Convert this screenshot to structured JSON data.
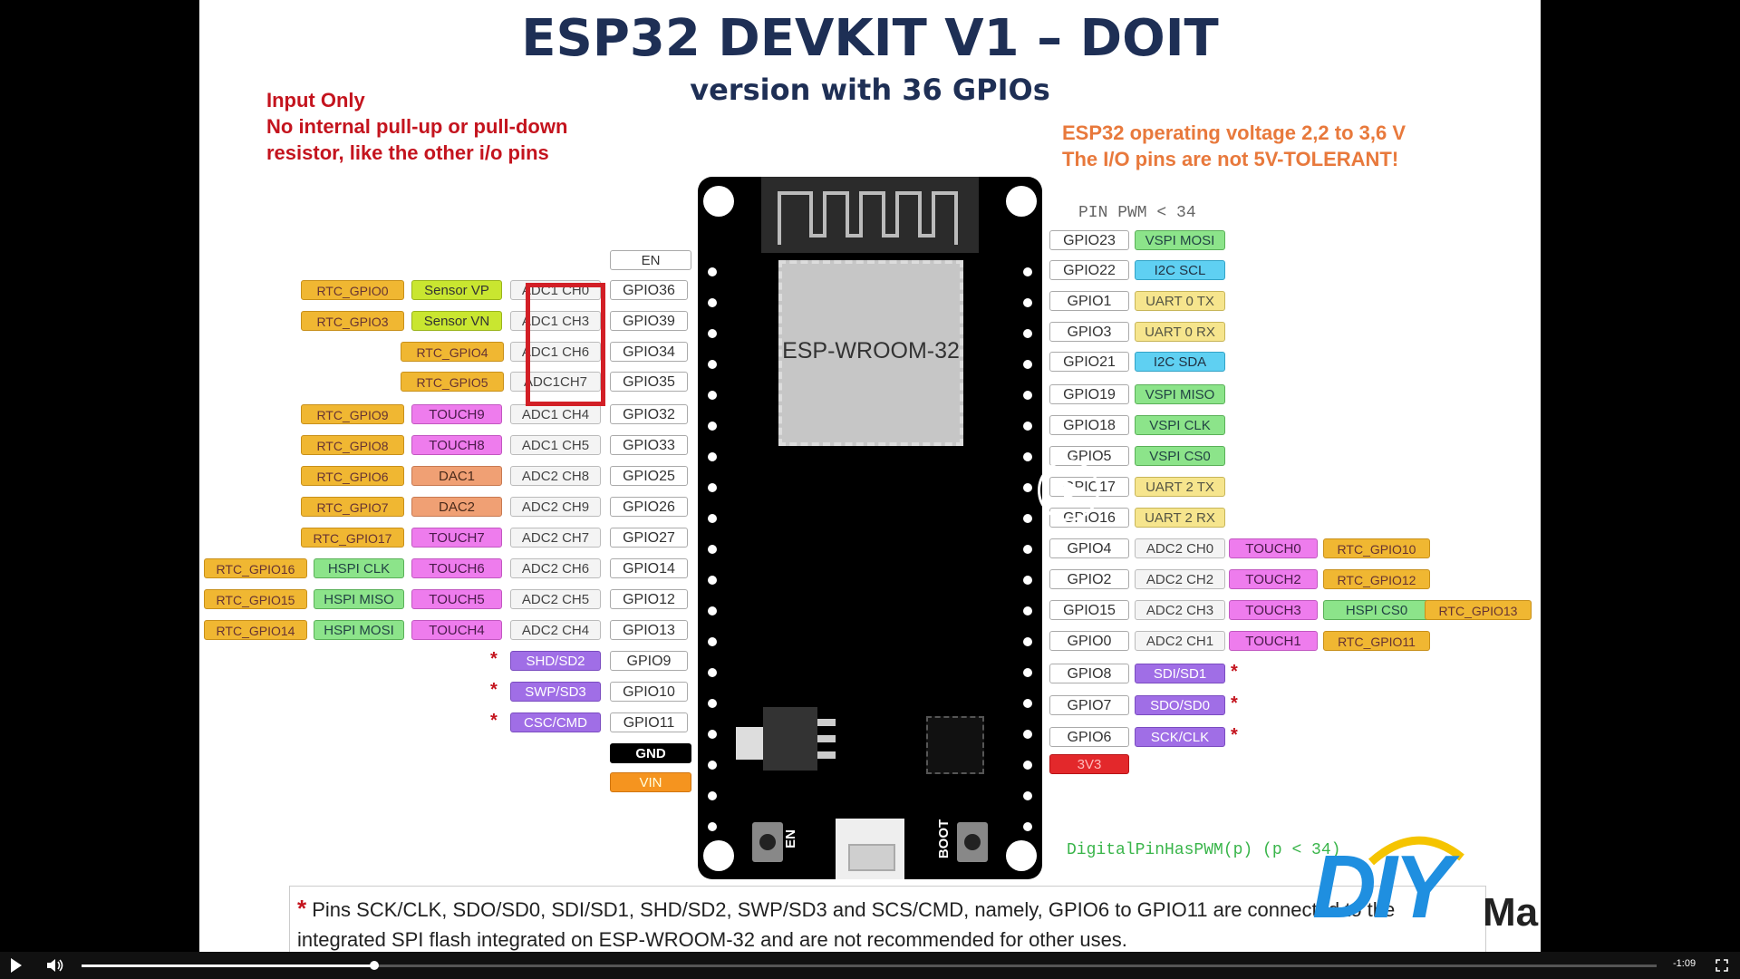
{
  "slide": {
    "title": "ESP32 DEVKIT V1 – DOIT",
    "subtitle": "version with 36 GPIOs",
    "input_note": [
      "Input Only",
      "No internal pull-up or pull-down",
      "resistor, like the other i/o pins"
    ],
    "voltage_note": [
      "ESP32 operating voltage 2,2 to 3,6 V",
      "The I/O pins are not 5V-TOLERANT!"
    ],
    "pwm_note": "PIN PWM < 34",
    "code_note": "DigitalPinHasPWM(p) (p < 34)",
    "module_label": "ESP-WROOM-32",
    "en_button": "EN",
    "boot_button": "BOOT",
    "footnote_star": "*",
    "footnote_line1": "Pins SCK/CLK, SDO/SD0, SDI/SD1, SHD/SD2, SWP/SD3 and SCS/CMD, namely, GPIO6 to GPIO11 are connected to the",
    "footnote_line2": "integrated SPI flash integrated on ESP-WROOM-32 and are not recommended for other uses.",
    "logo_diy": "DIY",
    "logo_mall": "Mall"
  },
  "left_pins": [
    {
      "labels": [
        {
          "t": "EN",
          "c": "en"
        }
      ]
    },
    {
      "labels": [
        {
          "t": "RTC_GPIO0",
          "c": "rtc"
        },
        {
          "t": "Sensor VP",
          "c": "sens"
        },
        {
          "t": "ADC1 CH0",
          "c": "adc"
        },
        {
          "t": "GPIO36",
          "c": "gpio"
        }
      ]
    },
    {
      "labels": [
        {
          "t": "RTC_GPIO3",
          "c": "rtc"
        },
        {
          "t": "Sensor VN",
          "c": "sens"
        },
        {
          "t": "ADC1 CH3",
          "c": "adc"
        },
        {
          "t": "GPIO39",
          "c": "gpio"
        }
      ]
    },
    {
      "labels": [
        {
          "t": "RTC_GPIO4",
          "c": "rtc"
        },
        {
          "t": "ADC1 CH6",
          "c": "adc"
        },
        {
          "t": "GPIO34",
          "c": "gpio"
        }
      ]
    },
    {
      "labels": [
        {
          "t": "RTC_GPIO5",
          "c": "rtc"
        },
        {
          "t": "ADC1CH7",
          "c": "adc"
        },
        {
          "t": "GPIO35",
          "c": "gpio"
        }
      ]
    },
    {
      "labels": [
        {
          "t": "RTC_GPIO9",
          "c": "rtc"
        },
        {
          "t": "TOUCH9",
          "c": "touch"
        },
        {
          "t": "ADC1 CH4",
          "c": "adc"
        },
        {
          "t": "GPIO32",
          "c": "gpio"
        }
      ]
    },
    {
      "labels": [
        {
          "t": "RTC_GPIO8",
          "c": "rtc"
        },
        {
          "t": "TOUCH8",
          "c": "touch"
        },
        {
          "t": "ADC1 CH5",
          "c": "adc"
        },
        {
          "t": "GPIO33",
          "c": "gpio"
        }
      ]
    },
    {
      "labels": [
        {
          "t": "RTC_GPIO6",
          "c": "rtc"
        },
        {
          "t": "DAC1",
          "c": "dac"
        },
        {
          "t": "ADC2 CH8",
          "c": "adc"
        },
        {
          "t": "GPIO25",
          "c": "gpio"
        }
      ]
    },
    {
      "labels": [
        {
          "t": "RTC_GPIO7",
          "c": "rtc"
        },
        {
          "t": "DAC2",
          "c": "dac"
        },
        {
          "t": "ADC2 CH9",
          "c": "adc"
        },
        {
          "t": "GPIO26",
          "c": "gpio"
        }
      ]
    },
    {
      "labels": [
        {
          "t": "RTC_GPIO17",
          "c": "rtc"
        },
        {
          "t": "TOUCH7",
          "c": "touch"
        },
        {
          "t": "ADC2 CH7",
          "c": "adc"
        },
        {
          "t": "GPIO27",
          "c": "gpio"
        }
      ]
    },
    {
      "labels": [
        {
          "t": "RTC_GPIO16",
          "c": "rtc"
        },
        {
          "t": "HSPI CLK",
          "c": "hspi"
        },
        {
          "t": "TOUCH6",
          "c": "touch"
        },
        {
          "t": "ADC2 CH6",
          "c": "adc"
        },
        {
          "t": "GPIO14",
          "c": "gpio"
        }
      ]
    },
    {
      "labels": [
        {
          "t": "RTC_GPIO15",
          "c": "rtc"
        },
        {
          "t": "HSPI MISO",
          "c": "hspi"
        },
        {
          "t": "TOUCH5",
          "c": "touch"
        },
        {
          "t": "ADC2 CH5",
          "c": "adc"
        },
        {
          "t": "GPIO12",
          "c": "gpio"
        }
      ]
    },
    {
      "labels": [
        {
          "t": "RTC_GPIO14",
          "c": "rtc"
        },
        {
          "t": "HSPI MOSI",
          "c": "hspi"
        },
        {
          "t": "TOUCH4",
          "c": "touch"
        },
        {
          "t": "ADC2 CH4",
          "c": "adc"
        },
        {
          "t": "GPIO13",
          "c": "gpio"
        }
      ]
    },
    {
      "star": "*",
      "labels": [
        {
          "t": "SHD/SD2",
          "c": "flash"
        },
        {
          "t": "GPIO9",
          "c": "gpio"
        }
      ]
    },
    {
      "star": "*",
      "labels": [
        {
          "t": "SWP/SD3",
          "c": "flash"
        },
        {
          "t": "GPIO10",
          "c": "gpio"
        }
      ]
    },
    {
      "star": "*",
      "labels": [
        {
          "t": "CSC/CMD",
          "c": "flash"
        },
        {
          "t": "GPIO11",
          "c": "gpio"
        }
      ]
    },
    {
      "labels": [
        {
          "t": "GND",
          "c": "gnd"
        }
      ]
    },
    {
      "labels": [
        {
          "t": "VIN",
          "c": "vin"
        }
      ]
    }
  ],
  "right_pins": [
    {
      "labels": [
        {
          "t": "GPIO23",
          "c": "gpio"
        },
        {
          "t": "VSPI MOSI",
          "c": "vspi"
        }
      ]
    },
    {
      "labels": [
        {
          "t": "GPIO22",
          "c": "gpio"
        },
        {
          "t": "I2C SCL",
          "c": "i2c"
        }
      ]
    },
    {
      "labels": [
        {
          "t": "GPIO1",
          "c": "gpio"
        },
        {
          "t": "UART 0 TX",
          "c": "uart"
        }
      ]
    },
    {
      "labels": [
        {
          "t": "GPIO3",
          "c": "gpio"
        },
        {
          "t": "UART 0 RX",
          "c": "uart"
        }
      ]
    },
    {
      "labels": [
        {
          "t": "GPIO21",
          "c": "gpio"
        },
        {
          "t": "I2C SDA",
          "c": "i2c"
        }
      ]
    },
    {
      "labels": [
        {
          "t": "GPIO19",
          "c": "gpio"
        },
        {
          "t": "VSPI MISO",
          "c": "vspi"
        }
      ]
    },
    {
      "labels": [
        {
          "t": "GPIO18",
          "c": "gpio"
        },
        {
          "t": "VSPI CLK",
          "c": "vspi"
        }
      ]
    },
    {
      "labels": [
        {
          "t": "GPIO5",
          "c": "gpio"
        },
        {
          "t": "VSPI CS0",
          "c": "vspi"
        }
      ]
    },
    {
      "labels": [
        {
          "t": "GPIO17",
          "c": "gpio"
        },
        {
          "t": "UART 2 TX",
          "c": "uart"
        }
      ]
    },
    {
      "labels": [
        {
          "t": "GPIO16",
          "c": "gpio"
        },
        {
          "t": "UART 2 RX",
          "c": "uart"
        }
      ]
    },
    {
      "labels": [
        {
          "t": "GPIO4",
          "c": "gpio"
        },
        {
          "t": "ADC2 CH0",
          "c": "adc"
        },
        {
          "t": "TOUCH0",
          "c": "touch"
        },
        {
          "t": "RTC_GPIO10",
          "c": "rtc"
        }
      ]
    },
    {
      "labels": [
        {
          "t": "GPIO2",
          "c": "gpio"
        },
        {
          "t": "ADC2 CH2",
          "c": "adc"
        },
        {
          "t": "TOUCH2",
          "c": "touch"
        },
        {
          "t": "RTC_GPIO12",
          "c": "rtc"
        }
      ]
    },
    {
      "labels": [
        {
          "t": "GPIO15",
          "c": "gpio"
        },
        {
          "t": "ADC2 CH3",
          "c": "adc"
        },
        {
          "t": "TOUCH3",
          "c": "touch"
        },
        {
          "t": "HSPI CS0",
          "c": "hspi"
        },
        {
          "t": "RTC_GPIO13",
          "c": "rtc"
        }
      ]
    },
    {
      "labels": [
        {
          "t": "GPIO0",
          "c": "gpio"
        },
        {
          "t": "ADC2 CH1",
          "c": "adc"
        },
        {
          "t": "TOUCH1",
          "c": "touch"
        },
        {
          "t": "RTC_GPIO11",
          "c": "rtc"
        }
      ]
    },
    {
      "star": "*",
      "labels": [
        {
          "t": "GPIO8",
          "c": "gpio"
        },
        {
          "t": "SDI/SD1",
          "c": "flash"
        }
      ]
    },
    {
      "star": "*",
      "labels": [
        {
          "t": "GPIO7",
          "c": "gpio"
        },
        {
          "t": "SDO/SD0",
          "c": "flash"
        }
      ]
    },
    {
      "star": "*",
      "labels": [
        {
          "t": "GPIO6",
          "c": "gpio"
        },
        {
          "t": "SCK/CLK",
          "c": "flash"
        }
      ]
    },
    {
      "labels": [
        {
          "t": "3V3",
          "c": "3v3"
        }
      ]
    }
  ],
  "player": {
    "time_remaining": "-1:09",
    "progress": 0.186
  },
  "colors": {
    "title": "#1e2f55",
    "note_red": "#c4141e",
    "note_orange": "#e8793c",
    "highlight_box": "#d21f26",
    "logo_blue": "#1f8fe0"
  }
}
